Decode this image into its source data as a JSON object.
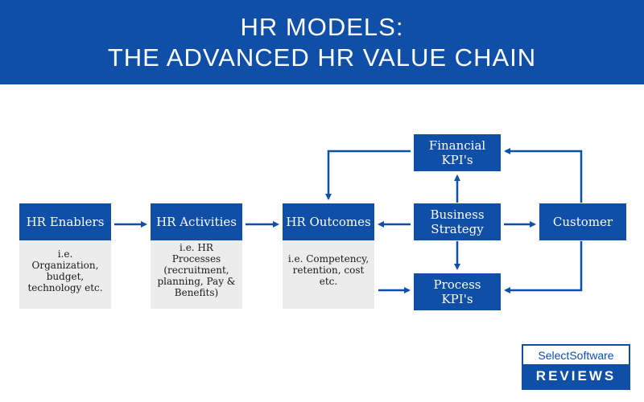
{
  "header": {
    "title_line1": "HR MODELS:",
    "title_line2": "THE ADVANCED HR VALUE CHAIN"
  },
  "nodes": {
    "enablers": {
      "label": "HR Enablers",
      "description": "i.e.\nOrganization,\nbudget,\ntechnology etc."
    },
    "activities": {
      "label": "HR Activities",
      "description": "i.e. HR\nProcesses\n(recruitment,\nplanning, Pay &\nBenefits)"
    },
    "outcomes": {
      "label": "HR Outcomes",
      "description": "i.e. Competency,\nretention, cost\netc."
    },
    "financial": {
      "label": "Financial KPI's"
    },
    "business": {
      "label": "Business Strategy"
    },
    "process": {
      "label": "Process KPI's"
    },
    "customer": {
      "label": "Customer"
    }
  },
  "edges": [
    {
      "from": "HR Enablers",
      "to": "HR Activities"
    },
    {
      "from": "HR Activities",
      "to": "HR Outcomes"
    },
    {
      "from": "Business Strategy",
      "to": "HR Outcomes"
    },
    {
      "from": "Business Strategy",
      "to": "Financial KPI's"
    },
    {
      "from": "Business Strategy",
      "to": "Process KPI's"
    },
    {
      "from": "Business Strategy",
      "to": "Customer"
    },
    {
      "from": "Financial KPI's",
      "to": "HR Outcomes"
    },
    {
      "from": "Customer",
      "to": "Financial KPI's"
    },
    {
      "from": "Customer",
      "to": "Process KPI's"
    },
    {
      "from": "HR Outcomes",
      "to": "Process KPI's"
    }
  ],
  "logo": {
    "line1": "SelectSoftware",
    "line2": "REVIEWS"
  },
  "colors": {
    "primary": "#0f4fa8",
    "description_bg": "#ececec"
  }
}
